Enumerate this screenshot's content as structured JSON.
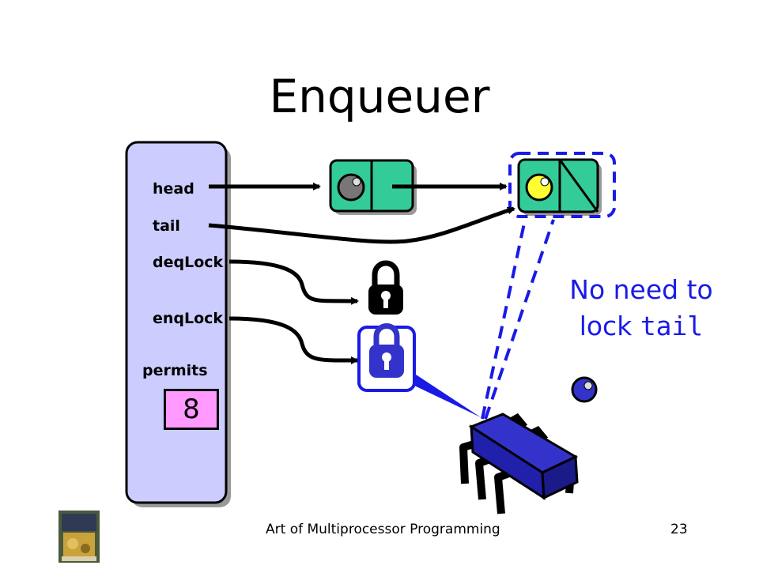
{
  "title": "Enqueuer",
  "queue_object": {
    "fields": [
      "head",
      "tail",
      "deqLock",
      "enqLock"
    ],
    "permits_label": "permits",
    "permits_value": "8"
  },
  "note": {
    "line1": "No need to",
    "line2_prefix": "lock ",
    "line2_code": "tail"
  },
  "footer": {
    "text": "Art of Multiprocessor Programming",
    "page": "23"
  },
  "colors": {
    "object_fill": "#ccccff",
    "node_fill": "#33cc99",
    "lock_blue": "#3333cc",
    "highlight_blue": "#1a1ae6",
    "permits_fill": "#ff99ff",
    "yellow_item": "#ffff33",
    "gray_item": "#777777"
  },
  "icons": [
    "lock-icon",
    "book-cover-icon",
    "thread-chip-icon"
  ]
}
